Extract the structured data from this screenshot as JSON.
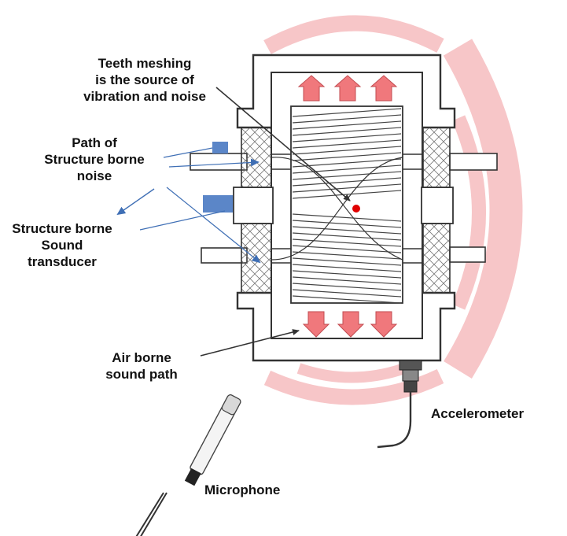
{
  "labels": {
    "teeth": [
      "Teeth meshing",
      "is the source of",
      "vibration and noise"
    ],
    "path": [
      "Path of",
      "Structure borne",
      "noise"
    ],
    "transducer": [
      "Structure borne",
      "Sound",
      "transducer"
    ],
    "airborne": [
      "Air borne",
      "sound path"
    ],
    "accelerometer": "Accelerometer",
    "microphone": "Microphone"
  },
  "colors": {
    "sound_wave": "#f7c6c8",
    "arrow_fill": "#f0787c",
    "path_arrow": "#3f6fb5",
    "transducer_block": "#5b86c8",
    "line": "#333333",
    "mesh_point": "#e00000"
  },
  "icons": [
    "gearbox-housing",
    "helical-gear",
    "bearing",
    "shaft",
    "microphone",
    "accelerometer",
    "sound-wave"
  ]
}
